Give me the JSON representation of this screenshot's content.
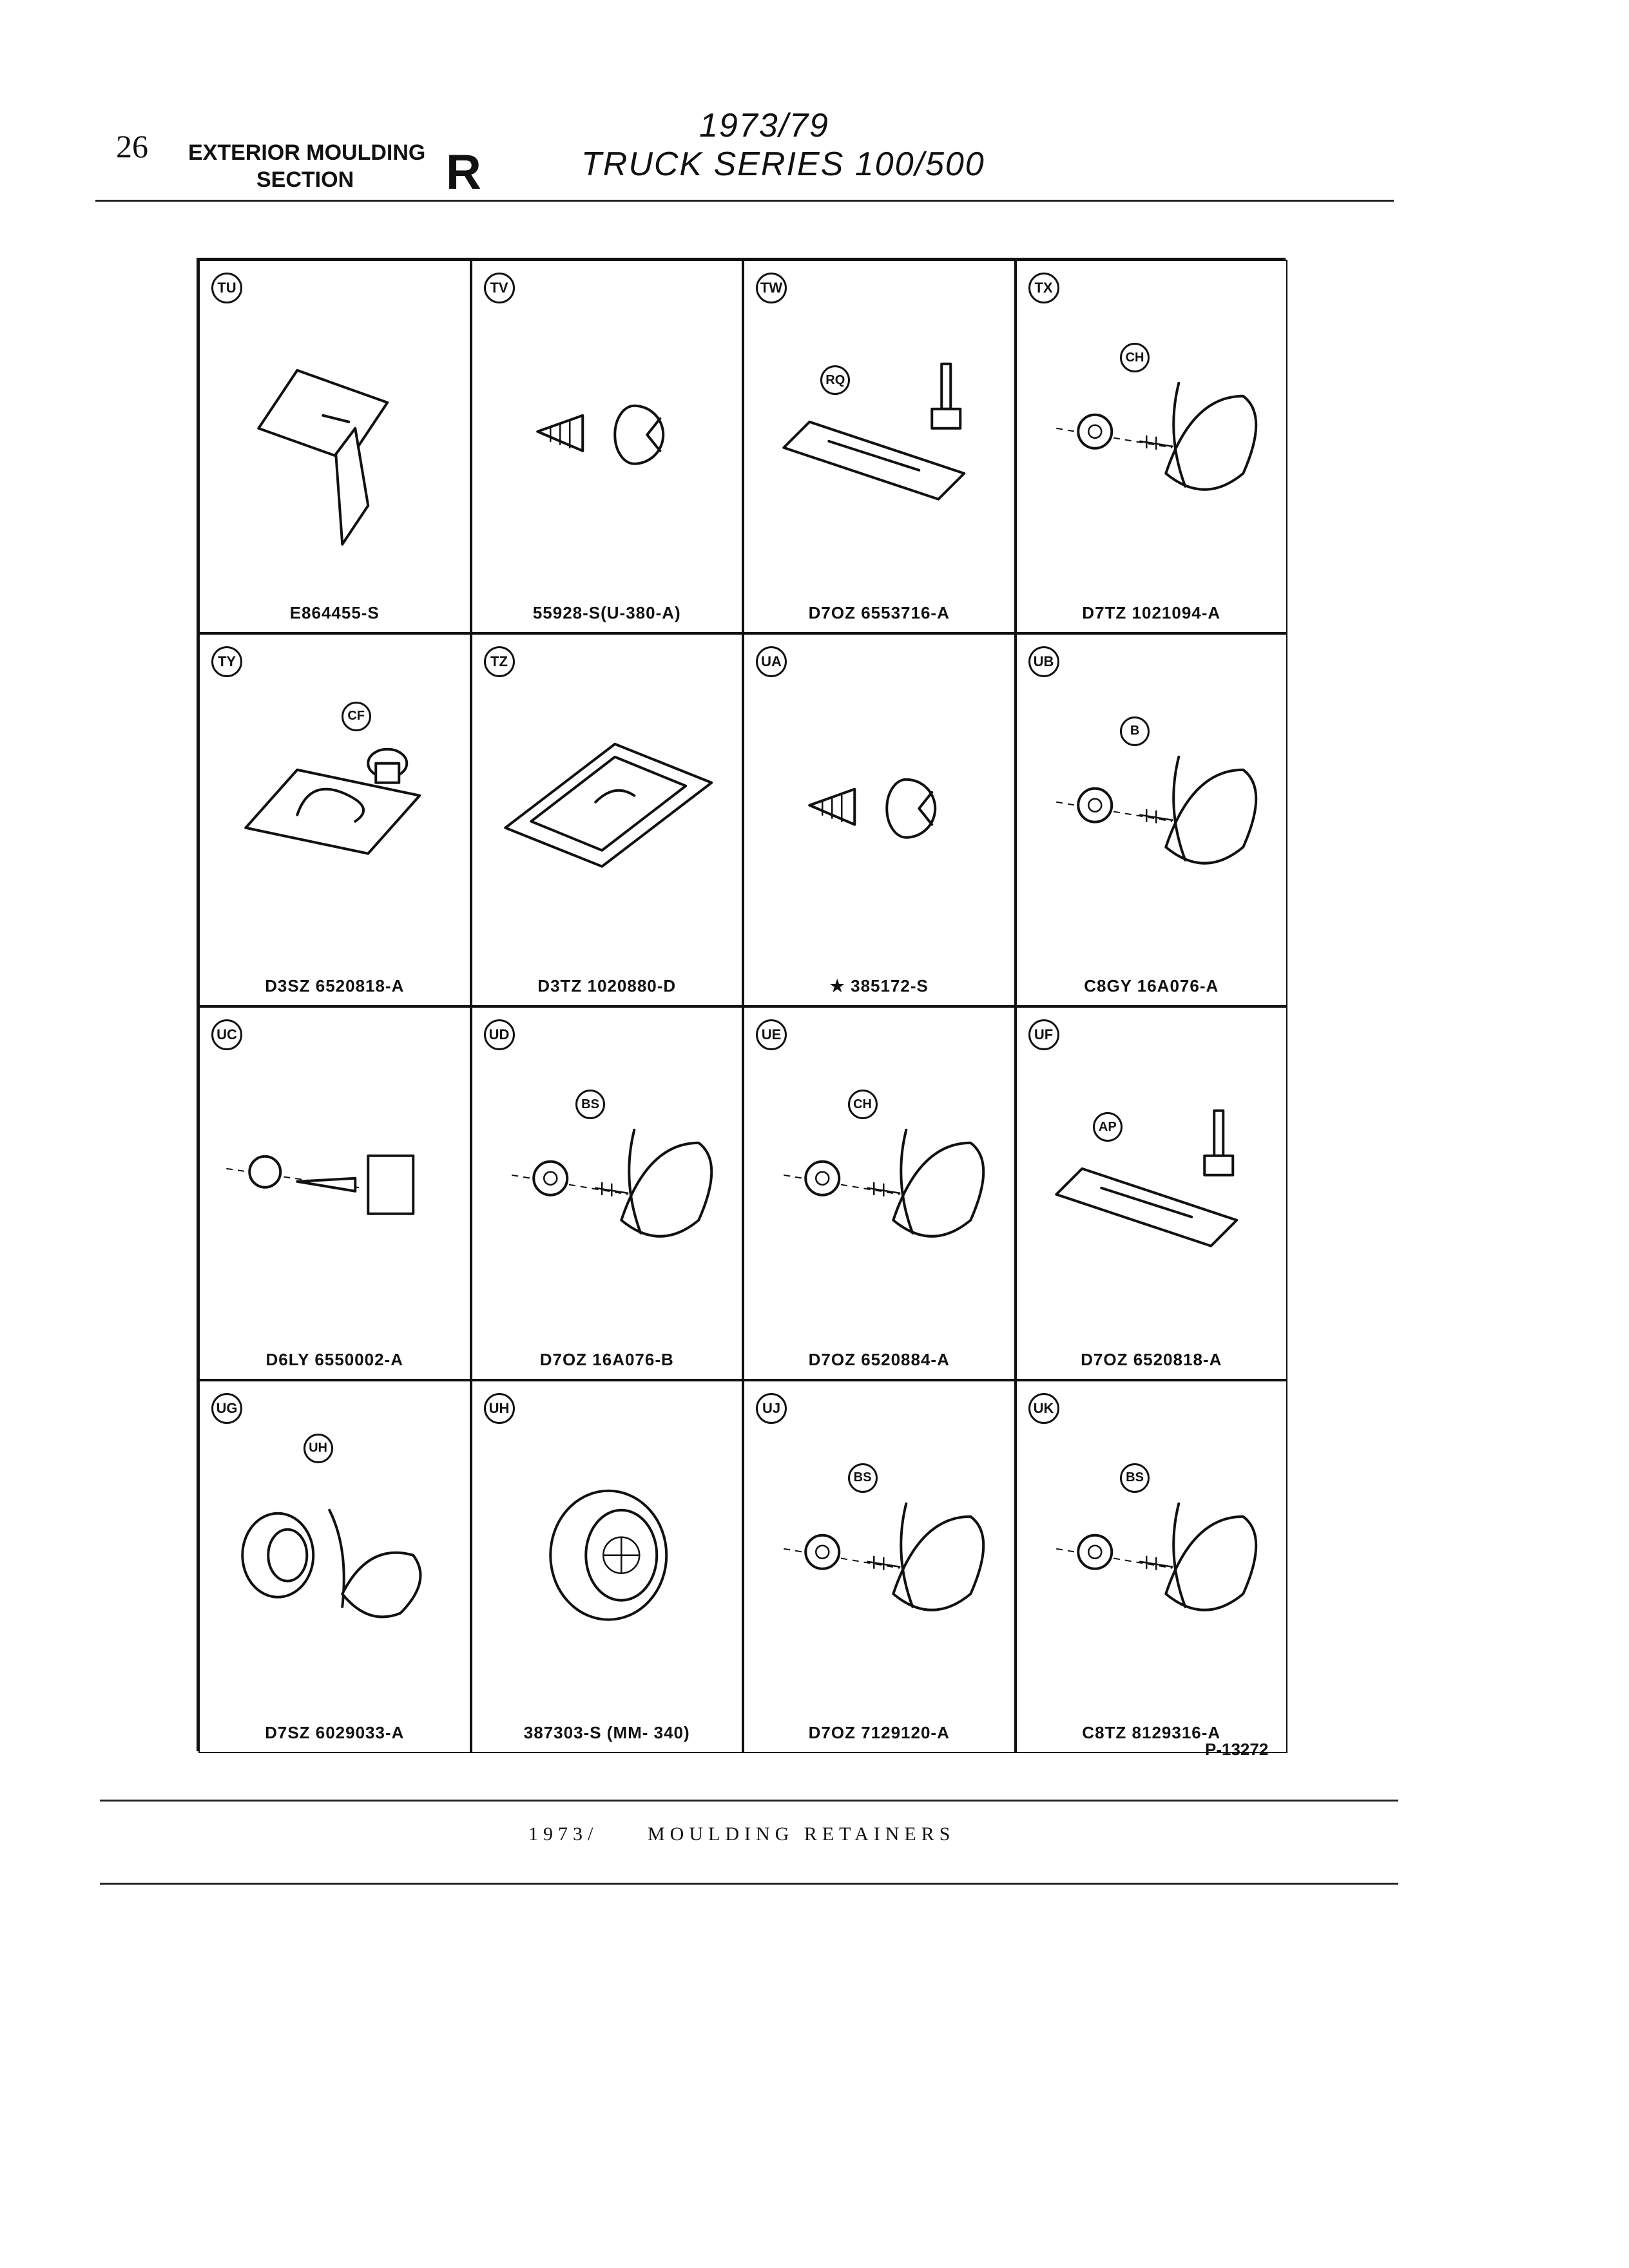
{
  "header": {
    "page_number": "26",
    "section_line1": "EXTERIOR MOULDING",
    "section_line2": "SECTION",
    "section_letter": "R",
    "years": "1973/79",
    "series": "TRUCK SERIES 100/500"
  },
  "cells": [
    {
      "code": "TU",
      "part": "E864455-S",
      "icon": "clip-icon"
    },
    {
      "code": "TV",
      "part": "55928-S(U-380-A)",
      "icon": "screw-icon"
    },
    {
      "code": "TW",
      "part": "D7OZ 6553716-A",
      "icon": "clip-rivet-icon",
      "sub": "RQ"
    },
    {
      "code": "TX",
      "part": "D7TZ 1021094-A",
      "icon": "stud-clip-icon",
      "sub": "CH"
    },
    {
      "code": "TY",
      "part": "D3SZ 6520818-A",
      "icon": "clip-plug-icon",
      "sub": "CF"
    },
    {
      "code": "TZ",
      "part": "D3TZ 1020880-D",
      "icon": "clip-plate-icon"
    },
    {
      "code": "UA",
      "part": "★ 385172-S",
      "icon": "screw-icon"
    },
    {
      "code": "UB",
      "part": "C8GY 16A076-A",
      "icon": "stud-clip-icon",
      "sub": "B"
    },
    {
      "code": "UC",
      "part": "D6LY 6550002-A",
      "icon": "stud-nut-icon"
    },
    {
      "code": "UD",
      "part": "D7OZ 16A076-B",
      "icon": "stud-clip-icon",
      "sub": "BS"
    },
    {
      "code": "UE",
      "part": "D7OZ 6520884-A",
      "icon": "stud-clip-icon",
      "sub": "CH"
    },
    {
      "code": "UF",
      "part": "D7OZ 6520818-A",
      "icon": "clip-rivet-icon",
      "sub": "AP"
    },
    {
      "code": "UG",
      "part": "D7SZ 6029033-A",
      "icon": "grommet-clip-icon",
      "sub": "UH"
    },
    {
      "code": "UH",
      "part": "387303-S (MM- 340)",
      "icon": "grommet-icon"
    },
    {
      "code": "UJ",
      "part": "D7OZ 7129120-A",
      "icon": "stud-clip-icon",
      "sub": "BS"
    },
    {
      "code": "UK",
      "part": "C8TZ 8129316-A",
      "icon": "stud-clip-icon",
      "sub": "BS"
    }
  ],
  "illustration_ref": "P-13272",
  "footer": {
    "year": "1973/",
    "title": "MOULDING RETAINERS"
  }
}
